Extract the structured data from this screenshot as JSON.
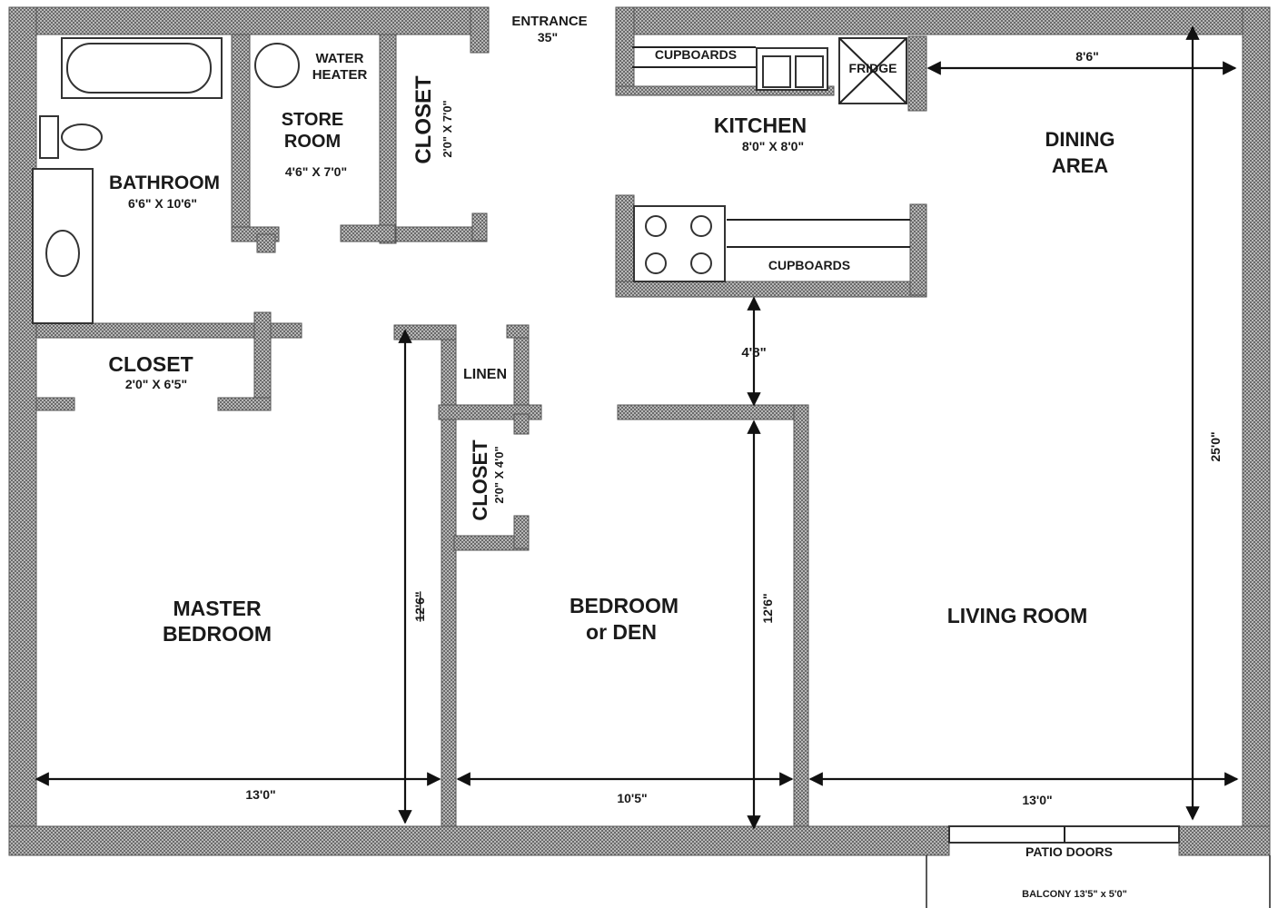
{
  "entrance": {
    "label": "ENTRANCE",
    "width": "35\""
  },
  "rooms": {
    "bathroom": {
      "name": "BATHROOM",
      "size": "6'6\" X 10'6\""
    },
    "water_heater": {
      "name_line1": "WATER",
      "name_line2": "HEATER"
    },
    "store_room": {
      "name_line1": "STORE",
      "name_line2": "ROOM",
      "size": "4'6\" X 7'0\""
    },
    "hall_closet": {
      "name": "CLOSET",
      "size": "2'0\" X 7'0\""
    },
    "kitchen": {
      "name": "KITCHEN",
      "size": "8'0\" X 8'0\""
    },
    "dining": {
      "name_line1": "DINING",
      "name_line2": "AREA"
    },
    "master_closet": {
      "name": "CLOSET",
      "size": "2'0\" X 6'5\""
    },
    "linen": {
      "name": "LINEN"
    },
    "bedroom_closet": {
      "name": "CLOSET",
      "size": "2'0\" X 4'0\""
    },
    "master_bedroom": {
      "name_line1": "MASTER",
      "name_line2": "BEDROOM"
    },
    "bedroom_den": {
      "name_line1": "BEDROOM",
      "name_line2": "or DEN"
    },
    "living_room": {
      "name": "LIVING ROOM"
    }
  },
  "fixtures": {
    "cupboards_top": "CUPBOARDS",
    "cupboards_bottom": "CUPBOARDS",
    "fridge": "FRIDGE"
  },
  "dimensions": {
    "dining_width": "8'6\"",
    "kitchen_gap": "4'8\"",
    "total_depth": "25'0\"",
    "master_depth": "12'6\"",
    "bedroom_depth": "12'6\"",
    "master_width": "13'0\"",
    "bedroom_width": "10'5\"",
    "living_width": "13'0\""
  },
  "patio": {
    "label": "PATIO DOORS"
  },
  "balcony": {
    "label": "BALCONY 13'5\" x 5'0\""
  }
}
